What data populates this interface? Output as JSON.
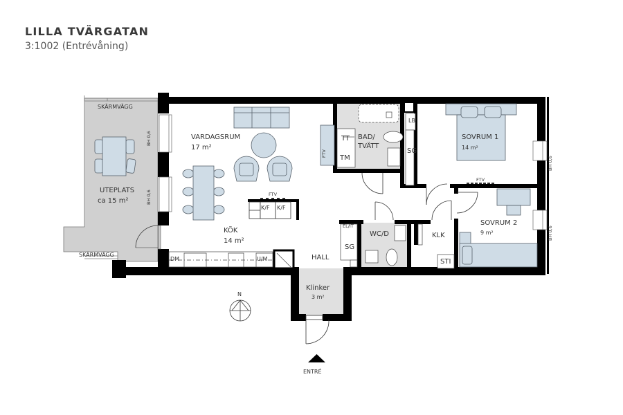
{
  "header": {
    "title": "LILLA TVÄRGATAN",
    "subtitle": "3:1002 (Entrévåning)"
  },
  "rooms": {
    "uteplats": {
      "name": "UTEPLATS",
      "area": "ca 15 m²"
    },
    "skarmvagg_top": "SKÄRMVÄGG",
    "skarmvagg_bottom": "SKÄRMVÄGG",
    "vardagsrum": {
      "name": "VARDAGSRUM",
      "area": "17 m²"
    },
    "kok": {
      "name": "KÖK",
      "area": "14 m²"
    },
    "bad": {
      "name_line1": "BAD/",
      "name_line2": "TVÄTT"
    },
    "sovrum1": {
      "name": "SOVRUM 1",
      "area": "14 m²"
    },
    "sovrum2": {
      "name": "SOVRUM 2",
      "area": "9 m²"
    },
    "wc": {
      "name": "WC/D"
    },
    "klk": {
      "name": "KLK"
    },
    "hall": {
      "name": "HALL"
    },
    "klinker": {
      "name": "Klinker",
      "area": "3 m²"
    }
  },
  "fixtures": {
    "tt": "TT",
    "tm": "TM",
    "lb": "LB",
    "sg_bath": "SG",
    "sg_hall": "SG",
    "elit": "EL/IT",
    "sti": "STI",
    "kf1": "K/F",
    "kf2": "K/F",
    "dm": "DM",
    "um": "U/M",
    "ftv_kitchen": "FTV",
    "ftv_living": "FTV",
    "ftv_bedroom": "FTV"
  },
  "windows": {
    "bh_left_top": "BH 0,6",
    "bh_left_bottom": "BH 0,6",
    "bh_right_top": "BH 0,6",
    "bh_right_bottom": "BH 0,6"
  },
  "compass": {
    "label": "N"
  },
  "entrance": {
    "label": "ENTRÉ"
  },
  "colors": {
    "wall": "#000000",
    "terrace": "#d0d0d0",
    "wet_floor": "#e0e0e0",
    "furniture": "#cfdce6",
    "furniture_stroke": "#56606a"
  }
}
